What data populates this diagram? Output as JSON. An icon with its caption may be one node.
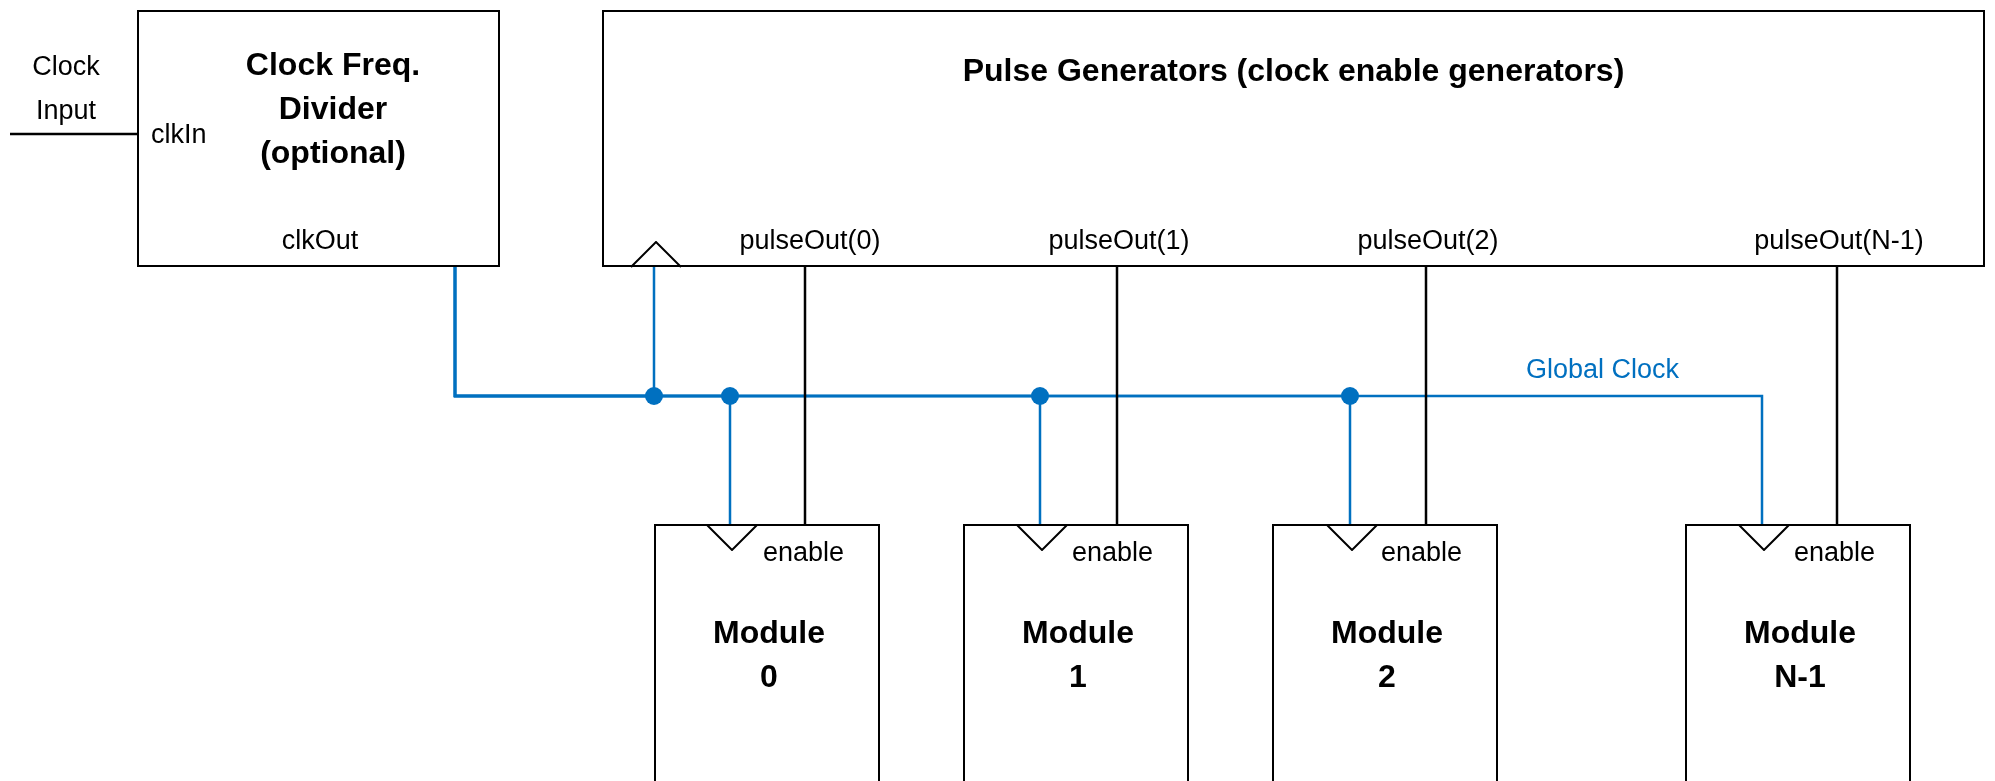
{
  "diagram": {
    "nodes": [
      {
        "text": [
          "Clock Input"
        ]
      },
      {
        "text": [
          "clkIn",
          "Clock Freq. Divider (optional)",
          "clkOut"
        ]
      },
      {
        "text": [
          "Pulse Generators (clock enable generators)",
          "pulseOut(0)",
          "pulseOut(1)",
          "pulseOut(2)",
          "pulseOut(N-1)"
        ]
      },
      {
        "text": [
          "enable",
          "Module 0"
        ]
      },
      {
        "text": [
          "enable",
          "Module 1"
        ]
      },
      {
        "text": [
          "enable",
          "Module 2"
        ]
      },
      {
        "text": [
          "enable",
          "Module N-1"
        ]
      }
    ],
    "edges": [
      {
        "from": 0,
        "to": 1,
        "arrow": "none"
      },
      {
        "from": 1,
        "to": 2,
        "arrow": "none",
        "color": "#0070c0"
      },
      {
        "from": 1,
        "to": 3,
        "arrow": "none",
        "color": "#0070c0"
      },
      {
        "from": 1,
        "to": 4,
        "arrow": "none",
        "color": "#0070c0"
      },
      {
        "from": 1,
        "to": 5,
        "arrow": "none",
        "color": "#0070c0"
      },
      {
        "from": 1,
        "to": 6,
        "arrow": "none",
        "color": "#0070c0",
        "label": "Global Clock"
      },
      {
        "from": 2,
        "to": 3,
        "arrow": "none"
      },
      {
        "from": 2,
        "to": 4,
        "arrow": "none"
      },
      {
        "from": 2,
        "to": 5,
        "arrow": "none"
      },
      {
        "from": 2,
        "to": 6,
        "arrow": "none"
      }
    ]
  }
}
